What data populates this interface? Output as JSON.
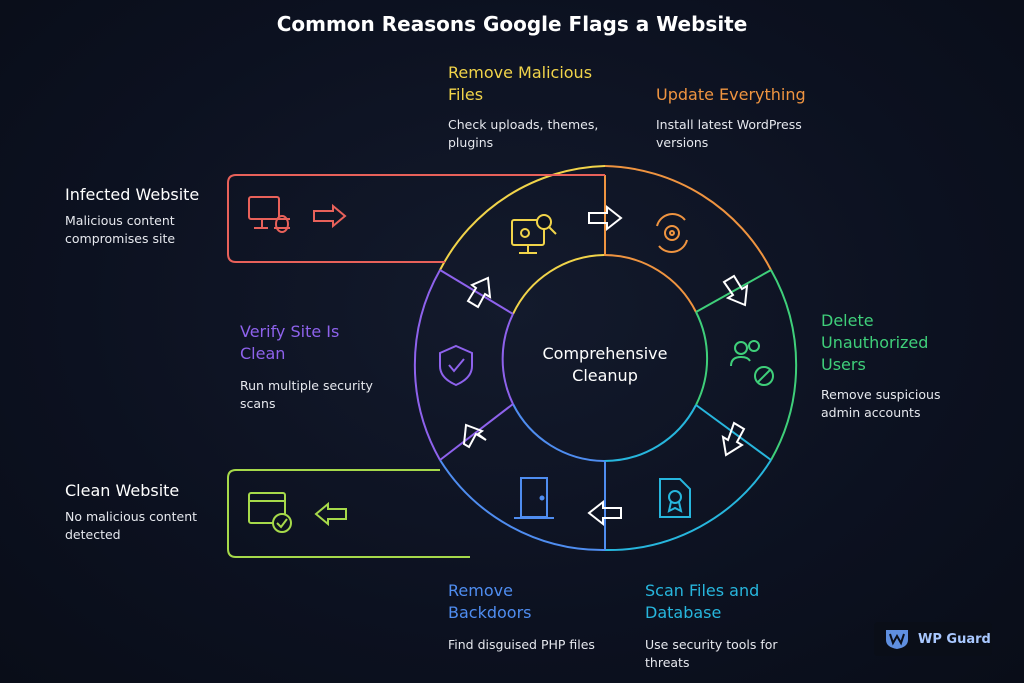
{
  "title": "Common Reasons Google Flags a Website",
  "center": {
    "line1": "Comprehensive",
    "line2": "Cleanup"
  },
  "colors": {
    "infected": "#e8615a",
    "remove_files": "#f1d44a",
    "update": "#ef9440",
    "delete_users": "#3fcf7a",
    "scan": "#27b6dd",
    "backdoors": "#4f8df0",
    "verify": "#8e62ec",
    "clean": "#a6d94a"
  },
  "infected": {
    "title": "Infected Website",
    "desc1": "Malicious content",
    "desc2": "compromises site"
  },
  "clean": {
    "title": "Clean Website",
    "desc1": "No malicious content",
    "desc2": "detected"
  },
  "steps": {
    "remove_files": {
      "title1": "Remove Malicious",
      "title2": "Files",
      "desc1": "Check uploads, themes,",
      "desc2": "plugins",
      "icon": "bug-search-icon"
    },
    "update": {
      "title": "Update Everything",
      "desc1": "Install latest WordPress",
      "desc2": "versions",
      "icon": "gear-refresh-icon"
    },
    "delete_users": {
      "title1": "Delete",
      "title2": "Unauthorized",
      "title3": "Users",
      "desc1": "Remove suspicious",
      "desc2": "admin accounts",
      "icon": "users-block-icon"
    },
    "scan": {
      "title1": "Scan Files and",
      "title2": "Database",
      "desc1": "Use security tools for",
      "desc2": "threats",
      "icon": "certificate-icon"
    },
    "backdoors": {
      "title1": "Remove",
      "title2": "Backdoors",
      "desc1": "Find disguised PHP files",
      "icon": "door-icon"
    },
    "verify": {
      "title1": "Verify Site Is",
      "title2": "Clean",
      "desc1": "Run multiple security",
      "desc2": "scans",
      "icon": "shield-check-icon"
    }
  },
  "logo": {
    "text": "WP Guard"
  }
}
